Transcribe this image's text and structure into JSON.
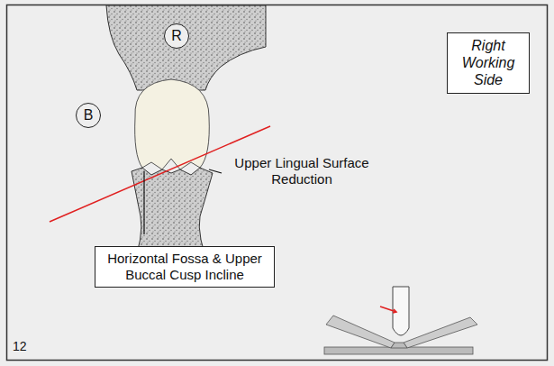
{
  "diagram": {
    "nodes": [
      {
        "text": [
          "R"
        ]
      },
      {
        "text": [
          "Right Working Side"
        ]
      },
      {
        "text": [
          "B"
        ]
      },
      {
        "text": [
          "Horizontal Fossa & Upper Buccal Cusp Incline"
        ]
      }
    ],
    "labels": [
      "Upper Lingual Surface Reduction",
      "12"
    ]
  }
}
